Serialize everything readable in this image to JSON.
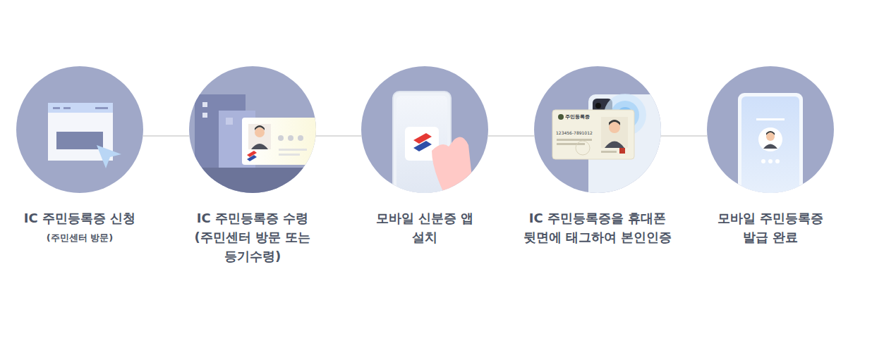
{
  "diagram": {
    "nodes": [
      {
        "text": [
          "IC 주민등록증 신청",
          "(주민센터 방문)"
        ]
      },
      {
        "text": [
          "IC 주민등록증 수령 (주민센터 방문 또는 등기수령)"
        ]
      },
      {
        "text": [
          "모바일 신분증 앱 설치"
        ]
      },
      {
        "text": [
          "IC 주민등록증을 휴대폰 뒷면에 태그하여 본인인증"
        ]
      },
      {
        "text": [
          "모바일 주민등록증 발급 완료"
        ]
      }
    ],
    "edges": [
      {
        "from": 0,
        "to": 1,
        "arrow": "none"
      },
      {
        "from": 1,
        "to": 2,
        "arrow": "none"
      },
      {
        "from": 2,
        "to": 3,
        "arrow": "none"
      },
      {
        "from": 3,
        "to": 4,
        "arrow": "none"
      }
    ],
    "labels": [
      "주민등록증",
      "123456-7891012"
    ]
  }
}
